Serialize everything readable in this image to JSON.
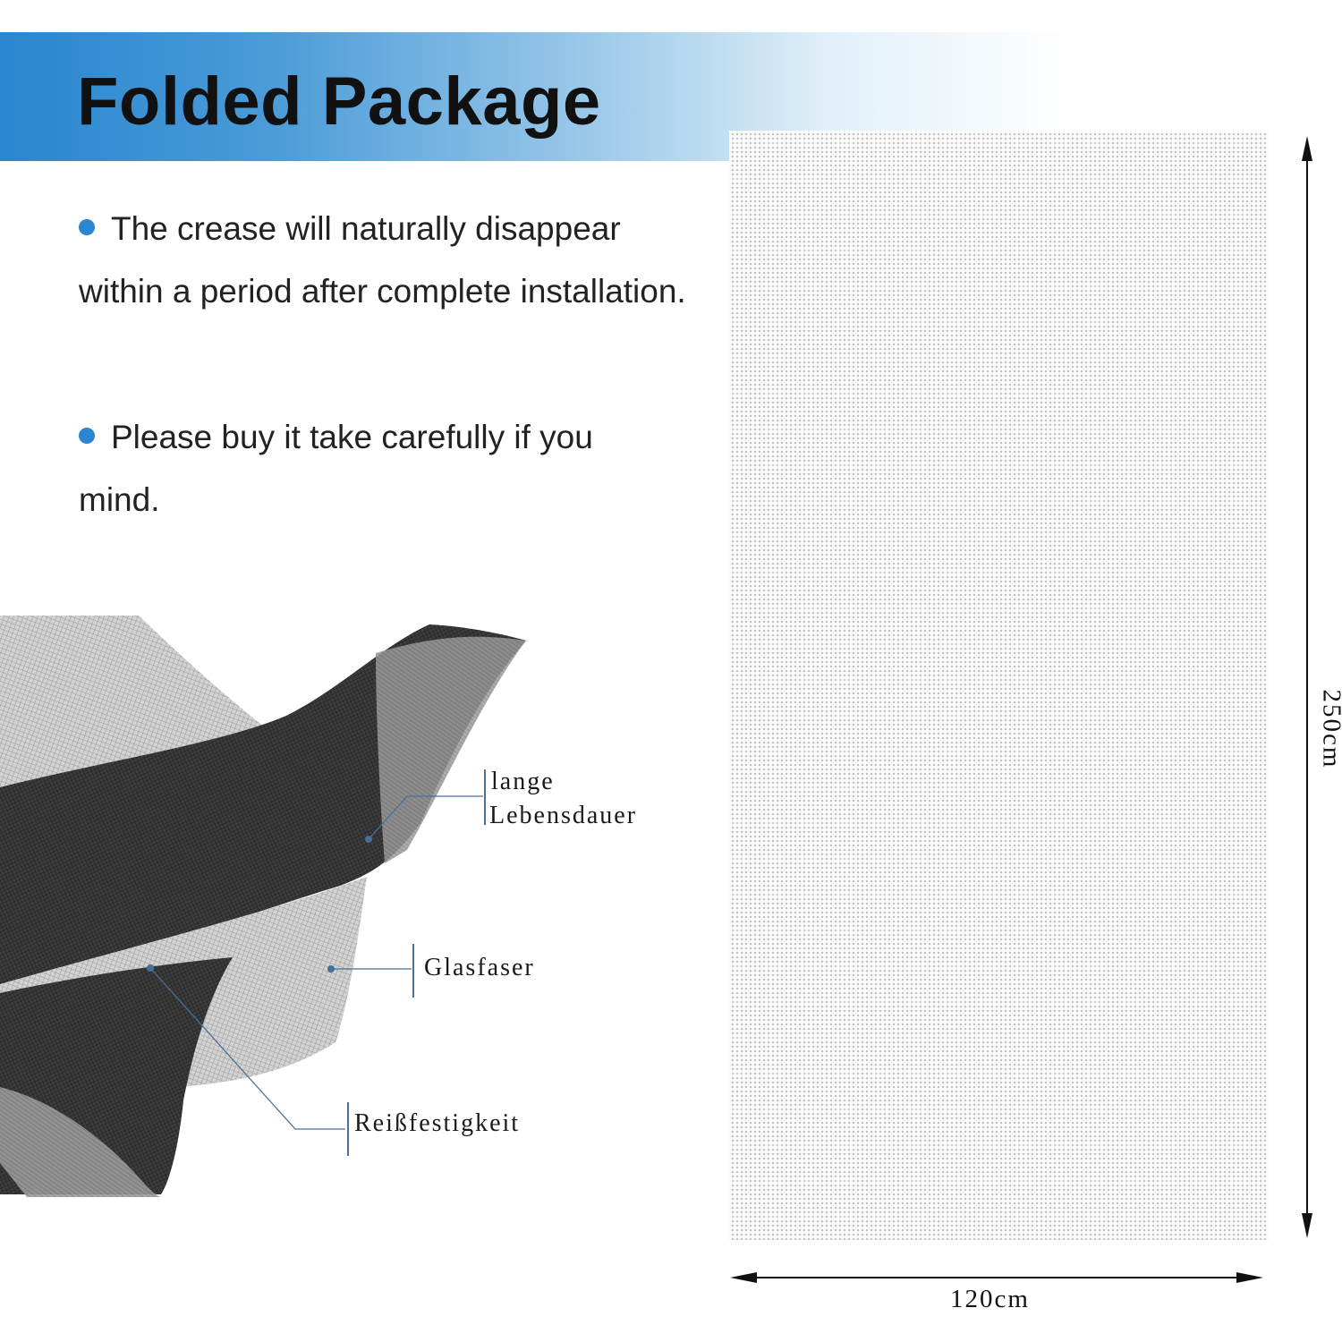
{
  "header": {
    "title": "Folded Package",
    "accent_color": "#2a86cf"
  },
  "notes": [
    {
      "text": "The crease will naturally disappear within a period after complete installation."
    },
    {
      "text": "Please buy it take carefully if you mind."
    }
  ],
  "callouts": {
    "durability": {
      "line1": "lange",
      "line2": "Lebensdauer"
    },
    "material": "Glasfaser",
    "strength": "Reißfestigkeit"
  },
  "dimensions": {
    "width": "120cm",
    "height": "250cm"
  }
}
